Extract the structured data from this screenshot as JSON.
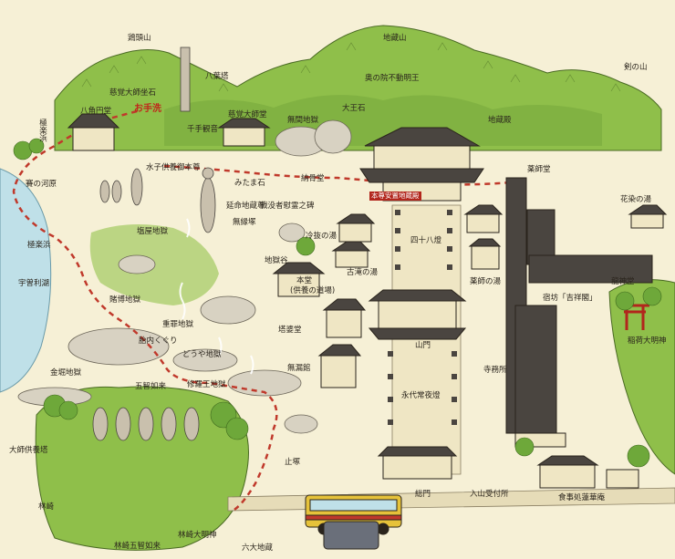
{
  "palette": {
    "paper": "#f6f0d6",
    "mountain": "#8fbf4a",
    "mountain_dark": "#5f8f2e",
    "lake": "#bfe0e8",
    "path": "#c0392b",
    "roof": "#4a4540",
    "rock": "#d8d2c2",
    "steam": "#ffffff",
    "tree": "#6ea83a",
    "bus": "#e6c23a"
  },
  "labels": {
    "tsurugiyama_top": "鶏頭山",
    "jizozan": "地蔵山",
    "okunoin": "奥の院不動明王",
    "tsurugi": "剣の山",
    "hachiyoto": "八葉塔",
    "jikakudaishi_ishi": "慈覚大師坐石",
    "hachikakudo": "八角円堂",
    "otesui": "お手洗",
    "senju": "千手観音",
    "jikakudaishido": "慈覚大師堂",
    "muken": "無間地獄",
    "daiouishi": "大王石",
    "jizoden": "地蔵殿",
    "gokurakuhama": "極楽浜",
    "sainokawara": "賽の河原",
    "usorikoko": "宇曽利湖",
    "mizukokuyo": "水子供養御本尊",
    "mitarashi": "みたま石",
    "nokotsudo": "納骨堂",
    "honzon": "本尊安置地蔵殿",
    "enmeijizo": "延命地蔵尊",
    "muenzuka": "無縁塚",
    "senbotsu": "戦没者慰霊之碑",
    "yakushidou": "薬師堂",
    "hananome": "花染の湯",
    "kosatsu": "塩屋地獄",
    "jigokudani": "地獄谷",
    "reishi": "冷抜の湯",
    "shinyu": "四十八燈",
    "furutaki": "古滝の湯",
    "hondo": "本堂",
    "hondo_sub": "(供養の道場)",
    "yakushinoyu": "薬師の湯",
    "shukubo": "宿坊「吉祥閣」",
    "hakuchi": "賭博地獄",
    "ryujindo": "龍神堂",
    "inari": "稲荷大明神",
    "juzaijigoku": "重罪地獄",
    "tainaikuguri": "胎内くぐり",
    "kyoujiro": "どうや地獄",
    "tatekyu": "塔婆堂",
    "sanmon": "山門",
    "muro": "無漏館",
    "kanahori": "金堀地獄",
    "shurajigoku": "修羅王地獄",
    "jimusho": "寺務所",
    "eitai": "永代常夜燈",
    "gochi": "五智如来",
    "daishikuyo": "大師供養塔",
    "hayashizaki": "林崎",
    "hayashizaki5": "林崎五智如来",
    "rinsaki_myojin": "林崎大明神",
    "rokujizo": "六大地蔵",
    "shotzuka": "止塚",
    "somon": "総門",
    "nyuzan": "入山受付所",
    "shokudo": "食事処蓮華庵"
  }
}
